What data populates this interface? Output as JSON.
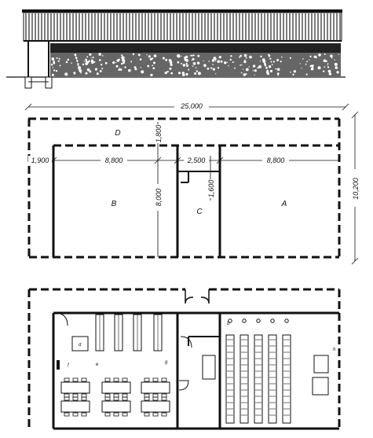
{
  "plan": {
    "overall_length": "25,000",
    "overall_depth": "10,200",
    "dims": {
      "d_left": "1,900",
      "d_b": "8,800",
      "d_c": "2,500",
      "d_a": "8,800",
      "d_b_height": "8,000",
      "d_top_strip": "1,800",
      "d_c_notch": "1,600"
    },
    "rooms": {
      "a": "A",
      "b": "B",
      "c": "C",
      "d": "D"
    }
  },
  "furnishing": {
    "labels": {
      "d": "d",
      "e": "e",
      "f": "f",
      "g": "g",
      "b": "b",
      "h": "h"
    }
  },
  "colors": {
    "ink": "#111111",
    "paper": "#ffffff",
    "stone": "#555555"
  }
}
